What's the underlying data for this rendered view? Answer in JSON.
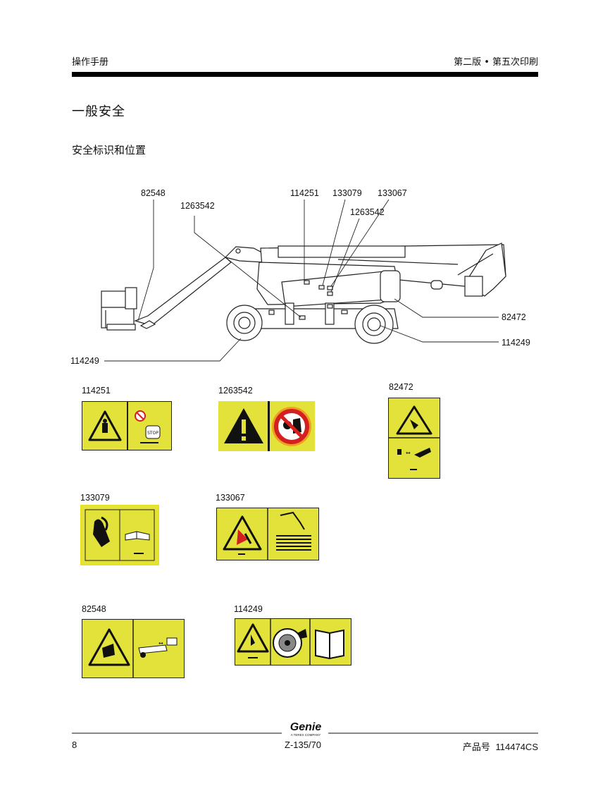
{
  "header": {
    "left": "操作手册",
    "right": "第二版 • 第五次印刷"
  },
  "section_title": "一般安全",
  "subsection_title": "安全标识和位置",
  "diagram": {
    "callouts": {
      "top_82548": "82548",
      "top_1263542": "1263542",
      "top_114251": "114251",
      "top_133079": "133079",
      "top_133067": "133067",
      "mid_1263542": "1263542",
      "right_82472": "82472",
      "right_114249": "114249",
      "left_114249": "114249"
    }
  },
  "decals": {
    "d114251": "114251",
    "d1263542": "1263542",
    "d82472": "82472",
    "d133079": "133079",
    "d133067": "133067",
    "d82548": "82548",
    "d114249": "114249"
  },
  "footer": {
    "page_number": "8",
    "model": "Z-135/70",
    "logo": "Genie",
    "logo_sub": "A TEREX COMPANY",
    "part_label": "产品号",
    "part_number": "114474CS"
  },
  "colors": {
    "decal_yellow": "#e2e23a",
    "warning_orange": "#f0a020",
    "prohibit_red": "#d42020"
  }
}
